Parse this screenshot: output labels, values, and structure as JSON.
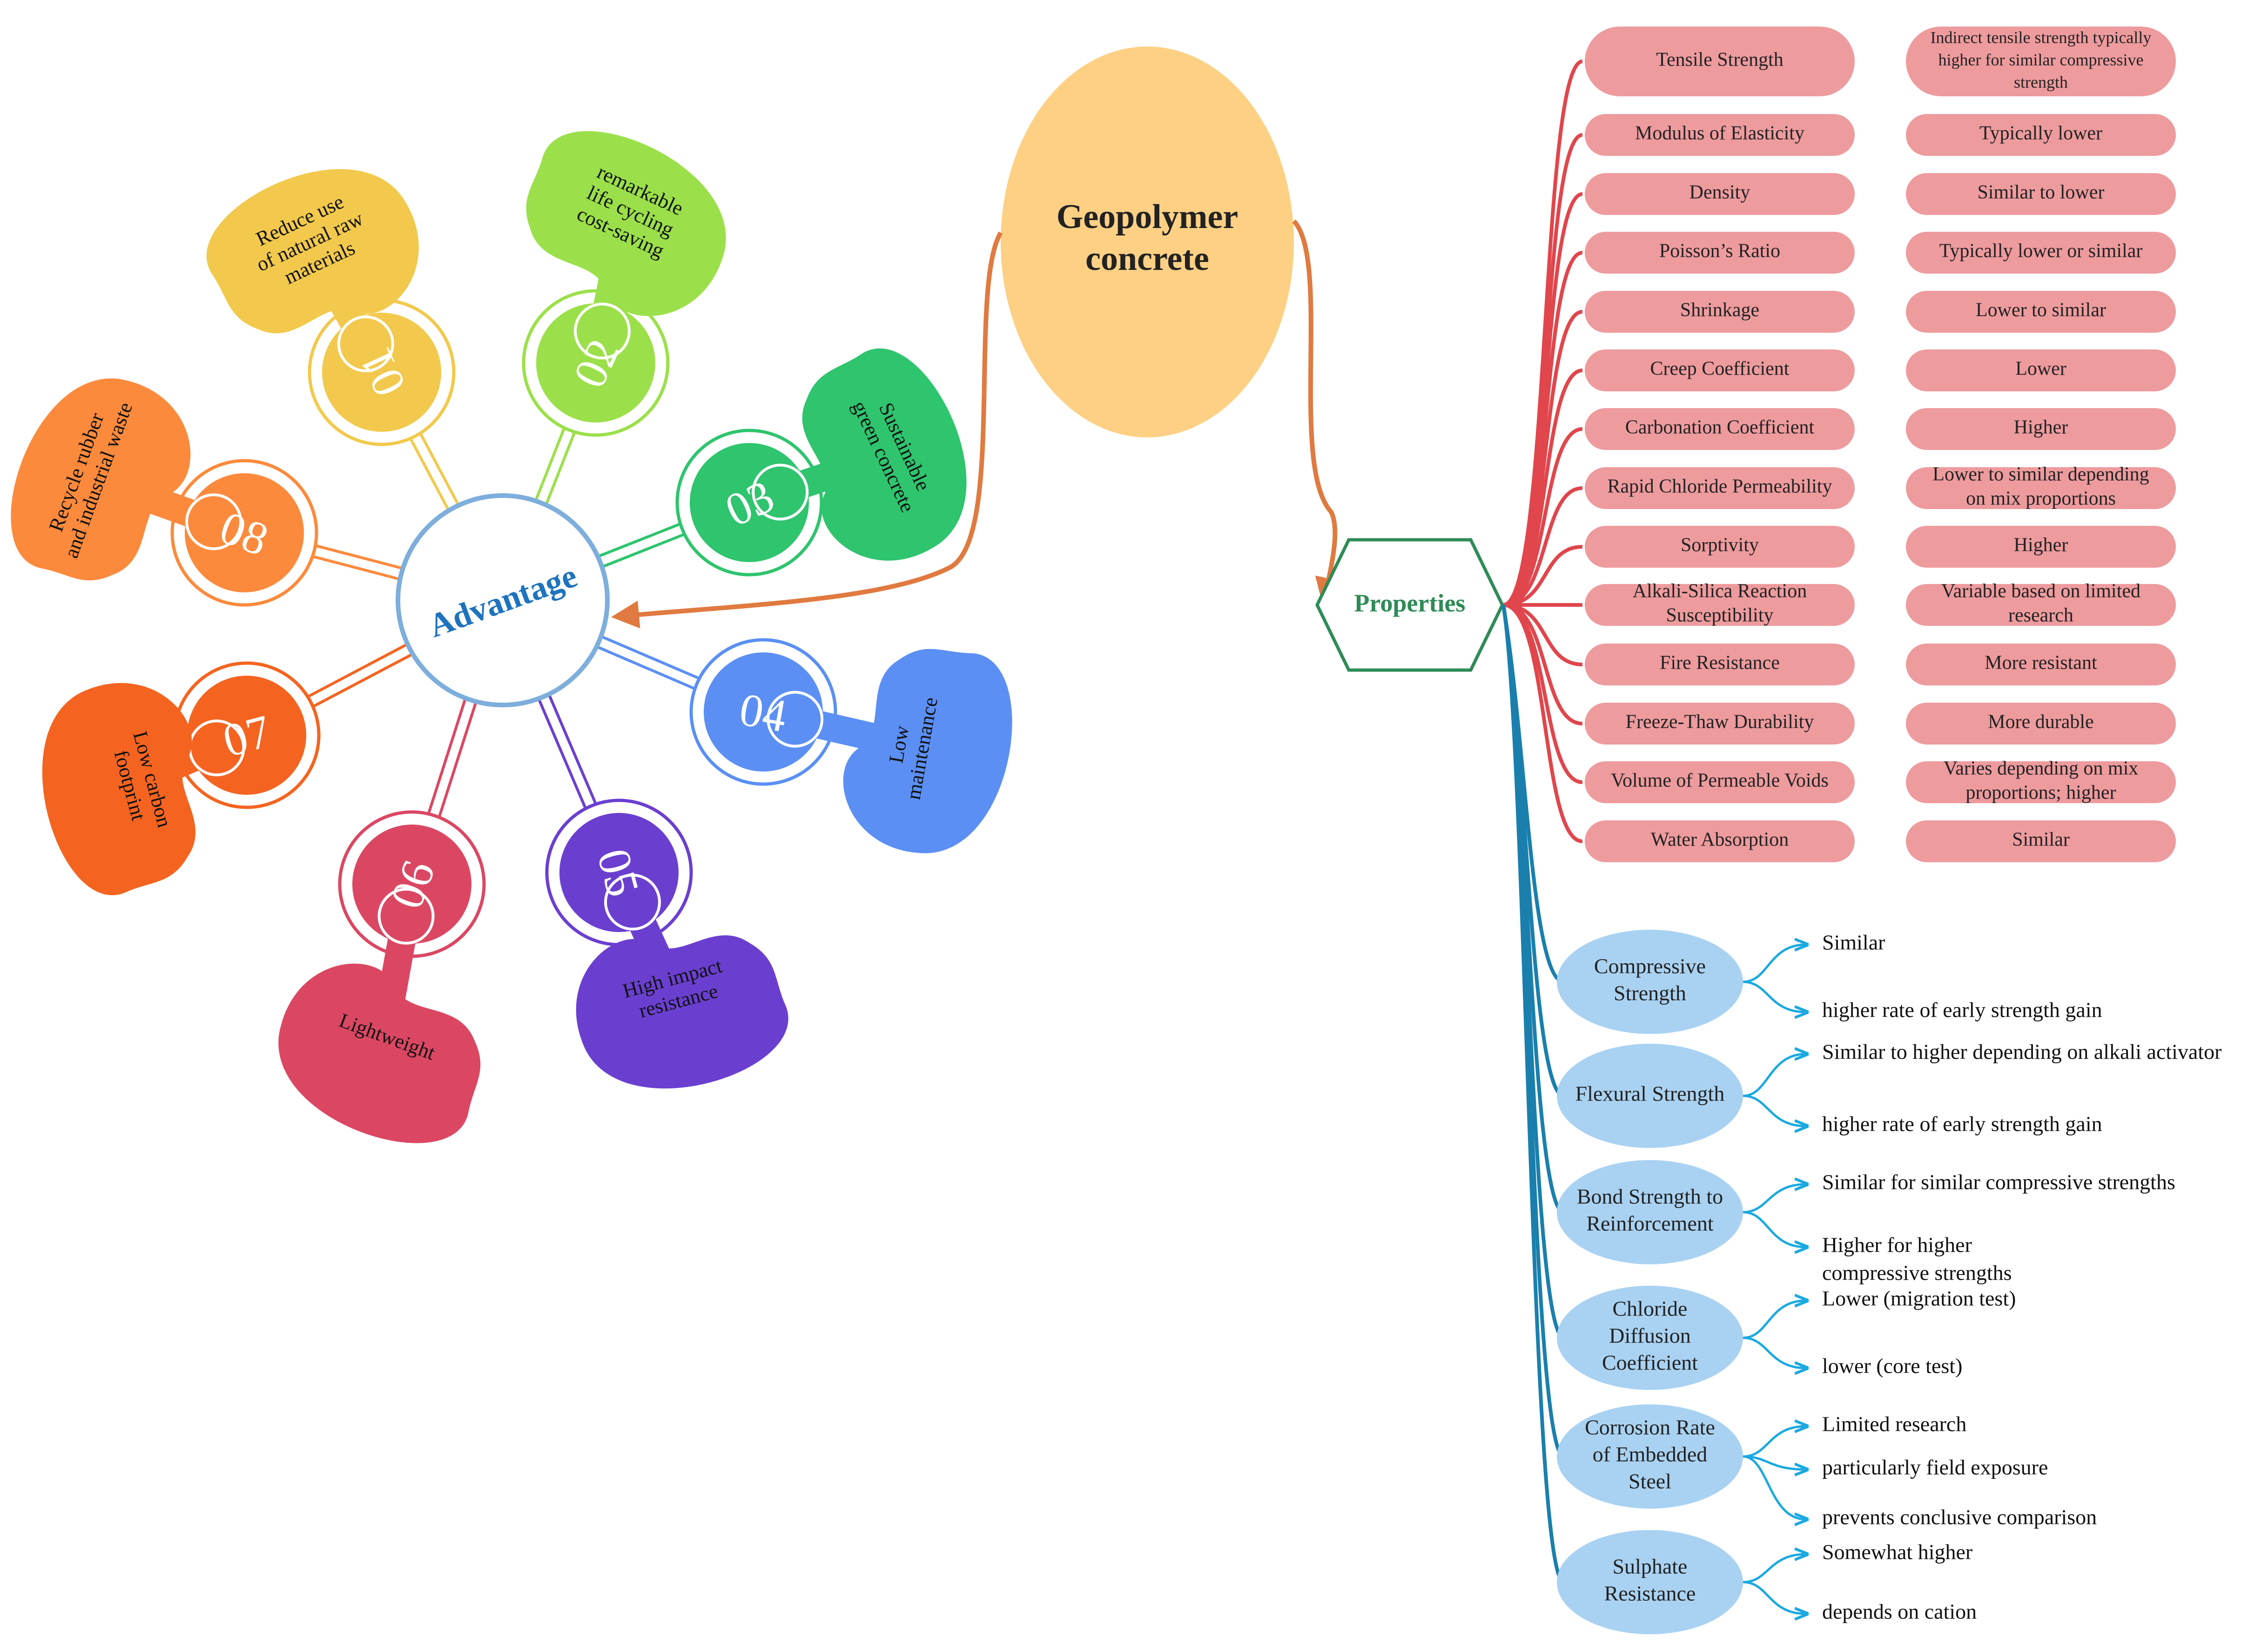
{
  "center": {
    "title_line1": "Geopolymer",
    "title_line2": "concrete",
    "color": "#FDD084"
  },
  "properties": {
    "label": "Properties",
    "color": "#2E8B57"
  },
  "advantage": {
    "label": "Advantage",
    "color": "#1E73BE",
    "items": [
      {
        "num": "01",
        "lines": [
          "Reduce use",
          "of natural raw",
          "materials"
        ],
        "color": "#F2C94C"
      },
      {
        "num": "02",
        "lines": [
          "remarkable",
          "life cycling",
          "cost-saving"
        ],
        "color": "#9BE04A"
      },
      {
        "num": "03",
        "lines": [
          "Sustainable",
          "green concrete"
        ],
        "color": "#2FC46E"
      },
      {
        "num": "04",
        "lines": [
          "Low",
          "maintenance"
        ],
        "color": "#5B8FF4"
      },
      {
        "num": "05",
        "lines": [
          "High impact",
          "resistance"
        ],
        "color": "#6A3FD0"
      },
      {
        "num": "06",
        "lines": [
          "Lightweight"
        ],
        "color": "#DB4763"
      },
      {
        "num": "07",
        "lines": [
          "Low carbon",
          "footprint"
        ],
        "color": "#F46420"
      },
      {
        "num": "08",
        "lines": [
          "Recycle rubber",
          "and industrial waste"
        ],
        "color": "#FC8A3C"
      }
    ]
  },
  "pink_properties": [
    {
      "name": [
        "Tensile Strength"
      ],
      "value": [
        "Indirect tensile strength typically",
        "higher for similar compressive",
        "strength"
      ]
    },
    {
      "name": [
        "Modulus of Elasticity"
      ],
      "value": [
        "Typically lower"
      ]
    },
    {
      "name": [
        "Density"
      ],
      "value": [
        "Similar to lower"
      ]
    },
    {
      "name": [
        "Poisson’s Ratio"
      ],
      "value": [
        "Typically lower or similar"
      ]
    },
    {
      "name": [
        "Shrinkage"
      ],
      "value": [
        "Lower to similar"
      ]
    },
    {
      "name": [
        "Creep Coefficient"
      ],
      "value": [
        "Lower"
      ]
    },
    {
      "name": [
        "Carbonation Coefficient"
      ],
      "value": [
        "Higher"
      ]
    },
    {
      "name": [
        "Rapid Chloride Permeability"
      ],
      "value": [
        "Lower to similar depending",
        "on mix proportions"
      ]
    },
    {
      "name": [
        "Sorptivity"
      ],
      "value": [
        "Higher"
      ]
    },
    {
      "name": [
        "Alkali-Silica Reaction",
        "Susceptibility"
      ],
      "value": [
        "Variable based on limited",
        "research"
      ]
    },
    {
      "name": [
        "Fire Resistance"
      ],
      "value": [
        "More resistant"
      ]
    },
    {
      "name": [
        "Freeze-Thaw Durability"
      ],
      "value": [
        "More durable"
      ]
    },
    {
      "name": [
        "Volume of Permeable Voids"
      ],
      "value": [
        "Varies depending on mix",
        "proportions; higher"
      ]
    },
    {
      "name": [
        "Water Absorption"
      ],
      "value": [
        "Similar"
      ]
    }
  ],
  "blue_properties": [
    {
      "name": [
        "Compressive",
        "Strength"
      ],
      "leaves": [
        [
          "Similar"
        ],
        [
          "higher rate of early strength gain"
        ]
      ]
    },
    {
      "name": [
        "Flexural Strength"
      ],
      "leaves": [
        [
          "Similar to higher depending on alkali activator"
        ],
        [
          "higher rate of early strength gain"
        ]
      ]
    },
    {
      "name": [
        "Bond Strength to",
        "Reinforcement"
      ],
      "leaves": [
        [
          "Similar for similar compressive strengths"
        ],
        [
          "Higher for higher",
          "compressive strengths"
        ]
      ]
    },
    {
      "name": [
        "Chloride",
        "Diffusion",
        "Coefficient"
      ],
      "leaves": [
        [
          "Lower (migration test)"
        ],
        [
          " lower (core test)"
        ]
      ]
    },
    {
      "name": [
        "Corrosion Rate",
        "of Embedded",
        "Steel"
      ],
      "leaves": [
        [
          "Limited research"
        ],
        [
          "particularly field exposure"
        ],
        [
          "prevents conclusive comparison"
        ]
      ]
    },
    {
      "name": [
        "Sulphate",
        "Resistance"
      ],
      "leaves": [
        [
          "Somewhat higher"
        ],
        [
          "depends on cation"
        ]
      ]
    }
  ],
  "colors": {
    "pink_box": "#EE9B9E",
    "pink_line": "#E0464C",
    "blue_box": "#A9D2F2",
    "teal_line": "#1A7FAD",
    "leaf_arrow": "#1AA9E0",
    "orange_arrow": "#E07A40"
  }
}
